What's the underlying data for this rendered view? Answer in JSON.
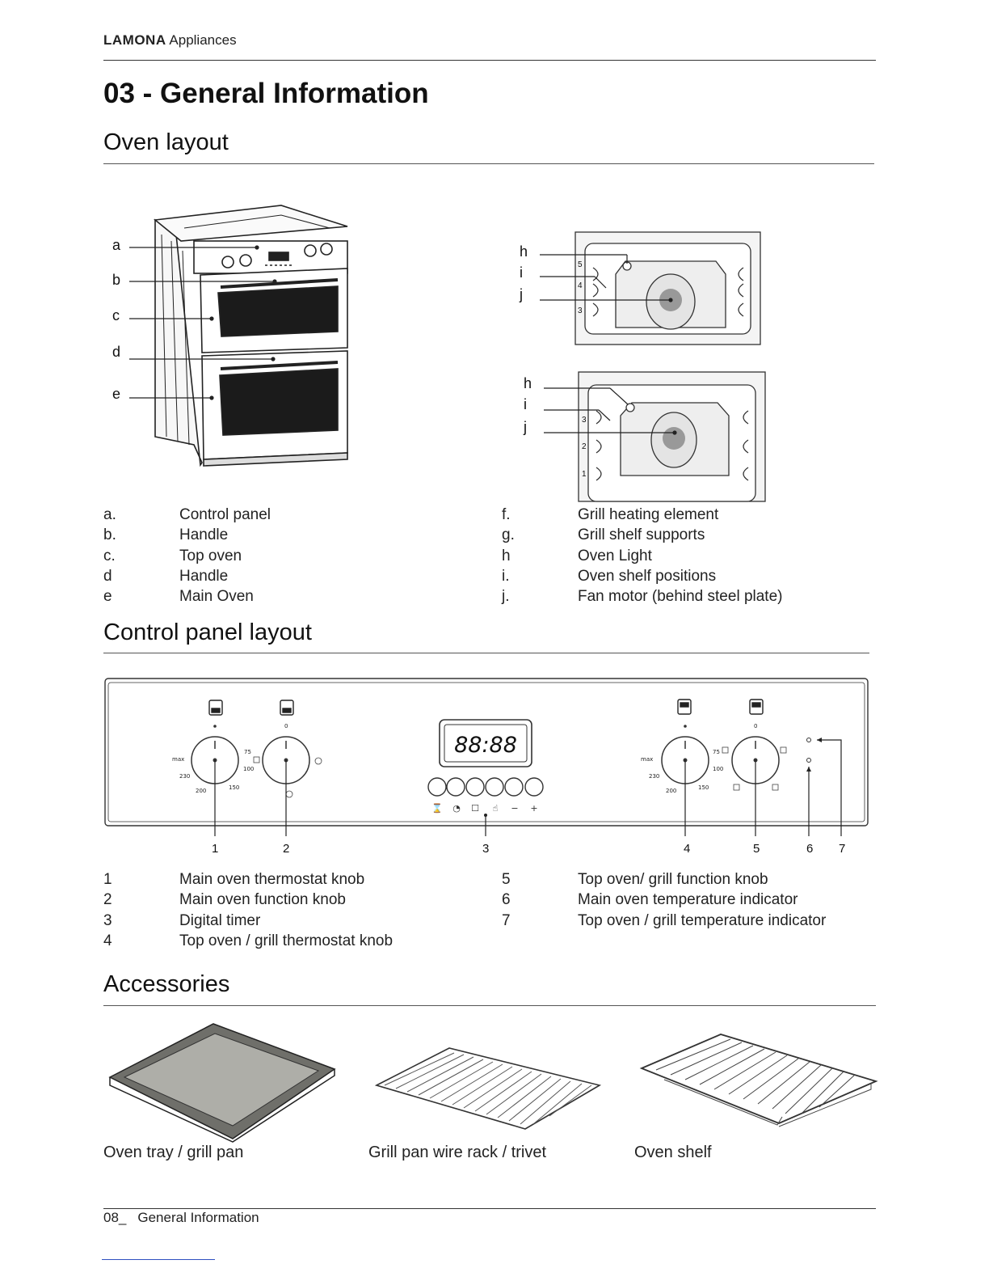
{
  "header": {
    "brand_bold": "LAMONA",
    "brand_rest": "Appliances"
  },
  "page_title": "03 - General Information",
  "sections": {
    "oven_layout": "Oven layout",
    "control_panel": "Control panel  layout",
    "accessories": "Accessories"
  },
  "oven_diagram_labels": [
    "a",
    "b",
    "c",
    "d",
    "e"
  ],
  "cavity_labels": [
    "h",
    "i",
    "j"
  ],
  "top_cavity_shelf_numbers": [
    "5",
    "4",
    "3"
  ],
  "main_cavity_shelf_numbers": [
    "3",
    "2",
    "1"
  ],
  "oven_legend_left": [
    {
      "key": "a.",
      "label": "Control panel"
    },
    {
      "key": "b.",
      "label": "Handle"
    },
    {
      "key": "c.",
      "label": "Top oven"
    },
    {
      "key": "d",
      "label": "Handle"
    },
    {
      "key": "e",
      "label": "Main Oven"
    }
  ],
  "oven_legend_right": [
    {
      "key": "f.",
      "label": "Grill heating element"
    },
    {
      "key": "g.",
      "label": "Grill shelf supports"
    },
    {
      "key": "h",
      "label": "Oven Light"
    },
    {
      "key": "i.",
      "label": "Oven shelf positions"
    },
    {
      "key": "j.",
      "label": "Fan motor (behind steel plate)"
    }
  ],
  "control_panel": {
    "timer_display": "88:88",
    "knob_marks": {
      "max": "max",
      "t230": "230",
      "t200": "200",
      "t150": "150",
      "t100": "100",
      "t75": "75",
      "zero": "0"
    },
    "timer_buttons": [
      "⌛",
      "◔",
      "☐",
      "☝",
      "−",
      "+"
    ],
    "callouts": [
      "1",
      "2",
      "3",
      "4",
      "5",
      "6",
      "7"
    ]
  },
  "control_legend_left": [
    {
      "key": "1",
      "label": "Main oven thermostat knob"
    },
    {
      "key": "2",
      "label": "Main oven function knob"
    },
    {
      "key": "3",
      "label": "Digital timer"
    },
    {
      "key": "4",
      "label": "Top oven / grill thermostat knob"
    }
  ],
  "control_legend_right": [
    {
      "key": "5",
      "label": "Top oven/ grill function knob"
    },
    {
      "key": "6",
      "label": "Main oven temperature indicator"
    },
    {
      "key": "7",
      "label": "Top oven / grill temperature indicator"
    }
  ],
  "accessories": [
    {
      "label": "Oven tray / grill pan"
    },
    {
      "label": "Grill pan wire rack / trivet"
    },
    {
      "label": "Oven shelf"
    }
  ],
  "footer": {
    "page": "08_",
    "section": "General Information"
  }
}
